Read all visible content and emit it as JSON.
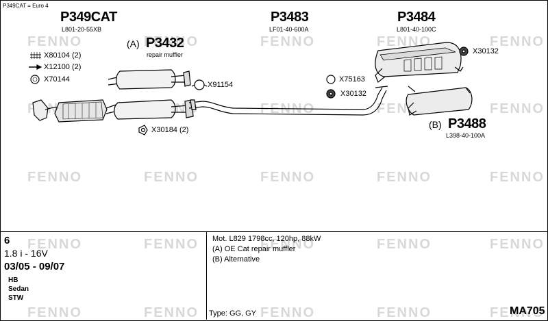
{
  "header_note": "P349CAT = Euro 4",
  "parts": {
    "p349cat": {
      "number": "P349CAT",
      "code": "L801-20-55XB"
    },
    "p3432": {
      "prefix": "(A)",
      "number": "P3432",
      "desc": "repair muffler"
    },
    "p3483": {
      "number": "P3483",
      "code": "LF01-40-600A"
    },
    "p3484": {
      "number": "P3484",
      "code": "L801-40-100C"
    },
    "p3488": {
      "prefix": "(B)",
      "number": "P3488",
      "code": "L398-40-100A"
    }
  },
  "accessories": {
    "x80104": "X80104 (2)",
    "x12100": "X12100 (2)",
    "x70144": "X70144",
    "x91154": "X91154",
    "x30184": "X30184 (2)",
    "x75163": "X75163",
    "x30132a": "X30132",
    "x30132b": "X30132"
  },
  "watermark": "FENNO",
  "vehicle": {
    "model": "6",
    "engine": "1.8 i - 16V",
    "years": "03/05 - 09/07",
    "bodies": [
      "HB",
      "Sedan",
      "STW"
    ]
  },
  "info": {
    "motor": "Mot. L829 1798cc, 120hp, 88kW",
    "note_a": "(A) OE Cat repair muffler",
    "note_b": "(B) Alternative",
    "type": "Type:  GG, GY",
    "ref": "MA705"
  }
}
